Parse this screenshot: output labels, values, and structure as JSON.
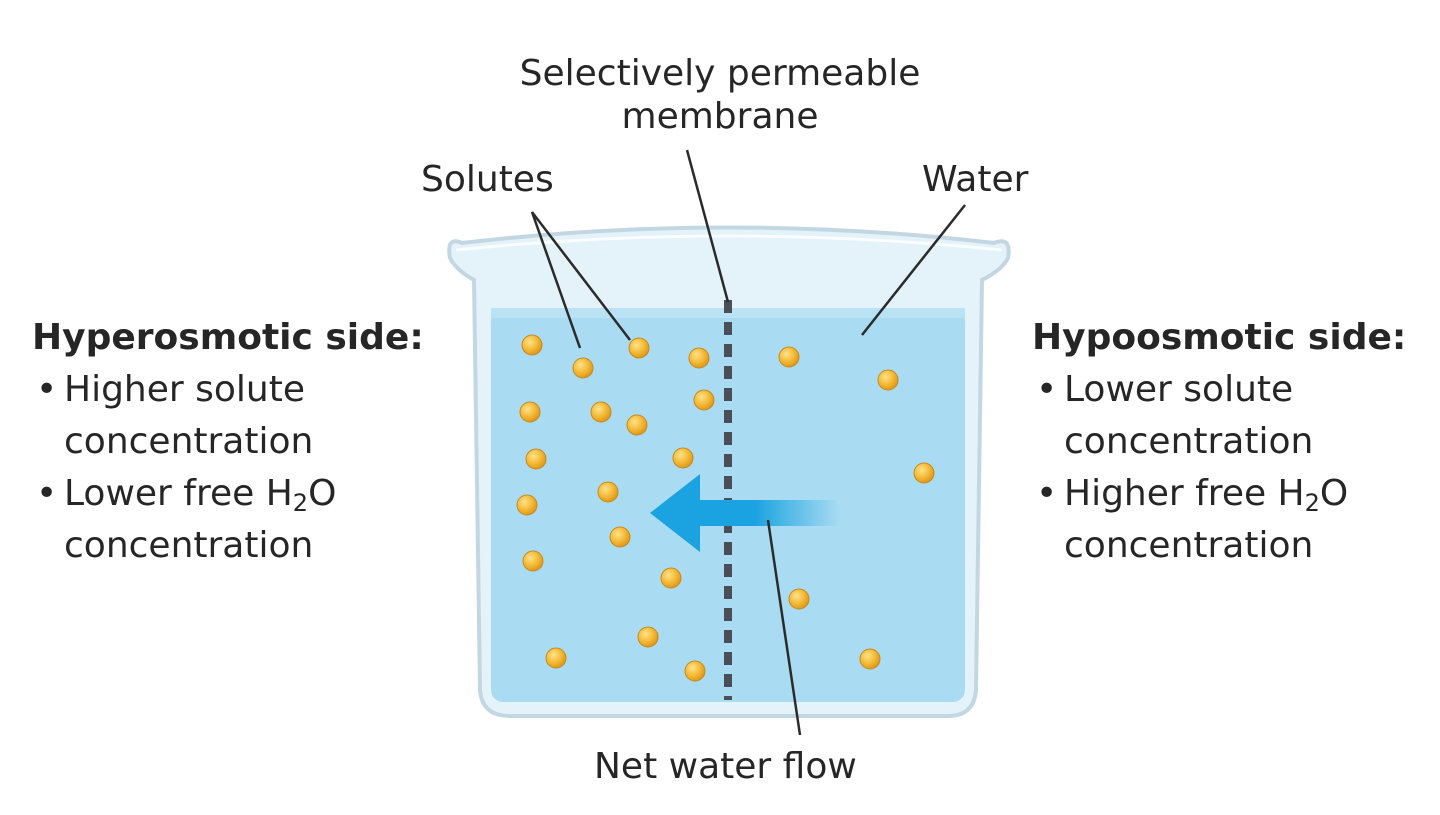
{
  "labels": {
    "membrane_line1": "Selectively permeable",
    "membrane_line2": "membrane",
    "solutes": "Solutes",
    "water": "Water",
    "net_flow": "Net water flow"
  },
  "hyper": {
    "title": "Hyperosmotic side:",
    "b1_line1": "Higher solute",
    "b1_line2": "concentration",
    "b2_pre": "Lower free H",
    "b2_sub": "2",
    "b2_post": "O",
    "b2_line2": "concentration"
  },
  "hypo": {
    "title": "Hypoosmotic side:",
    "b1_line1": "Lower solute",
    "b1_line2": "concentration",
    "b2_pre": "Higher free H",
    "b2_sub": "2",
    "b2_post": "O",
    "b2_line2": "concentration"
  },
  "colors": {
    "water": "#a9dcf2",
    "beaker_glass": "#dbeef8",
    "solute": "#f0b429",
    "arrow": "#1aa3e0",
    "membrane": "#4a4f57",
    "leader": "#2b2b2b"
  }
}
